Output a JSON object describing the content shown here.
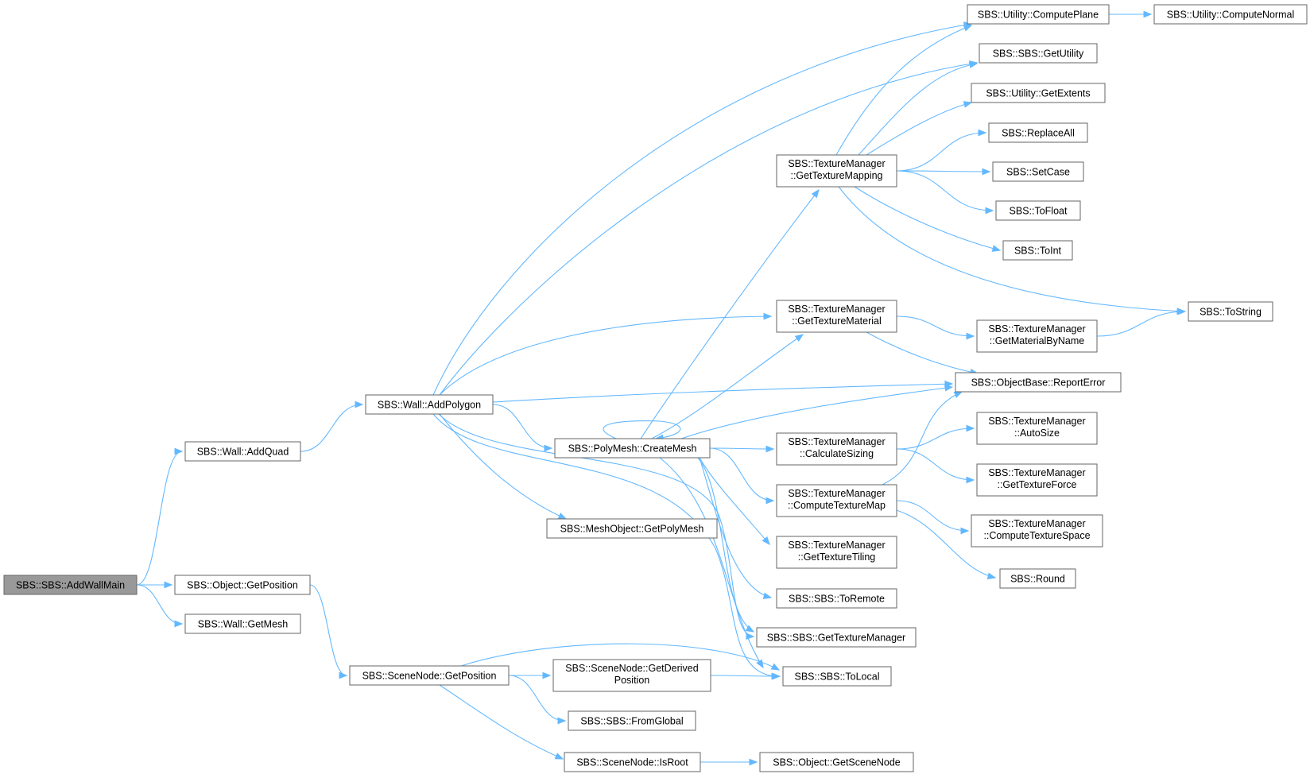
{
  "graph": {
    "nodes": {
      "addwallmain": {
        "lines": [
          "SBS::SBS::AddWallMain"
        ],
        "root": true
      },
      "addquad": {
        "lines": [
          "SBS::Wall::AddQuad"
        ]
      },
      "objgetpos": {
        "lines": [
          "SBS::Object::GetPosition"
        ]
      },
      "getmesh": {
        "lines": [
          "SBS::Wall::GetMesh"
        ]
      },
      "addpolygon": {
        "lines": [
          "SBS::Wall::AddPolygon"
        ]
      },
      "scenegetpos": {
        "lines": [
          "SBS::SceneNode::GetPosition"
        ]
      },
      "createmesh": {
        "lines": [
          "SBS::PolyMesh::CreateMesh"
        ]
      },
      "getpolymesh": {
        "lines": [
          "SBS::MeshObject::GetPolyMesh"
        ]
      },
      "getderived": {
        "lines": [
          "SBS::SceneNode::GetDerived",
          "Position"
        ]
      },
      "fromglobal": {
        "lines": [
          "SBS::SBS::FromGlobal"
        ]
      },
      "isroot": {
        "lines": [
          "SBS::SceneNode::IsRoot"
        ]
      },
      "gettexmapping": {
        "lines": [
          "SBS::TextureManager",
          "::GetTextureMapping"
        ]
      },
      "gettexmaterial": {
        "lines": [
          "SBS::TextureManager",
          "::GetTextureMaterial"
        ]
      },
      "calcsizing": {
        "lines": [
          "SBS::TextureManager",
          "::CalculateSizing"
        ]
      },
      "computetexmap": {
        "lines": [
          "SBS::TextureManager",
          "::ComputeTextureMap"
        ]
      },
      "gettextiling": {
        "lines": [
          "SBS::TextureManager",
          "::GetTextureTiling"
        ]
      },
      "toremote": {
        "lines": [
          "SBS::SBS::ToRemote"
        ]
      },
      "gettexmanager": {
        "lines": [
          "SBS::SBS::GetTextureManager"
        ]
      },
      "tolocal": {
        "lines": [
          "SBS::SBS::ToLocal"
        ]
      },
      "getscenenode": {
        "lines": [
          "SBS::Object::GetSceneNode"
        ]
      },
      "computeplane": {
        "lines": [
          "SBS::Utility::ComputePlane"
        ]
      },
      "getutility": {
        "lines": [
          "SBS::SBS::GetUtility"
        ]
      },
      "getextents": {
        "lines": [
          "SBS::Utility::GetExtents"
        ]
      },
      "replaceall": {
        "lines": [
          "SBS::ReplaceAll"
        ]
      },
      "setcase": {
        "lines": [
          "SBS::SetCase"
        ]
      },
      "tofloat": {
        "lines": [
          "SBS::ToFloat"
        ]
      },
      "toint": {
        "lines": [
          "SBS::ToInt"
        ]
      },
      "getmatbyname": {
        "lines": [
          "SBS::TextureManager",
          "::GetMaterialByName"
        ]
      },
      "reporterror": {
        "lines": [
          "SBS::ObjectBase::ReportError"
        ]
      },
      "autosize": {
        "lines": [
          "SBS::TextureManager",
          "::AutoSize"
        ]
      },
      "gettexforce": {
        "lines": [
          "SBS::TextureManager",
          "::GetTextureForce"
        ]
      },
      "computetexspace": {
        "lines": [
          "SBS::TextureManager",
          "::ComputeTextureSpace"
        ]
      },
      "round": {
        "lines": [
          "SBS::Round"
        ]
      },
      "computenormal": {
        "lines": [
          "SBS::Utility::ComputeNormal"
        ]
      },
      "tostring": {
        "lines": [
          "SBS::ToString"
        ]
      }
    },
    "edges": [
      [
        "addwallmain",
        "addquad"
      ],
      [
        "addwallmain",
        "objgetpos"
      ],
      [
        "addwallmain",
        "getmesh"
      ],
      [
        "addquad",
        "addpolygon"
      ],
      [
        "objgetpos",
        "scenegetpos"
      ],
      [
        "addpolygon",
        "computeplane"
      ],
      [
        "addpolygon",
        "getutility"
      ],
      [
        "addpolygon",
        "gettexmaterial"
      ],
      [
        "addpolygon",
        "reporterror"
      ],
      [
        "addpolygon",
        "createmesh"
      ],
      [
        "addpolygon",
        "getpolymesh"
      ],
      [
        "addpolygon",
        "gettexmanager"
      ],
      [
        "addpolygon",
        "tolocal"
      ],
      [
        "createmesh",
        "createmesh"
      ],
      [
        "createmesh",
        "gettexmapping"
      ],
      [
        "createmesh",
        "gettexmaterial"
      ],
      [
        "createmesh",
        "reporterror"
      ],
      [
        "createmesh",
        "calcsizing"
      ],
      [
        "createmesh",
        "computetexmap"
      ],
      [
        "createmesh",
        "gettextiling"
      ],
      [
        "createmesh",
        "toremote"
      ],
      [
        "createmesh",
        "gettexmanager"
      ],
      [
        "createmesh",
        "tolocal"
      ],
      [
        "gettexmapping",
        "computeplane"
      ],
      [
        "gettexmapping",
        "getutility"
      ],
      [
        "gettexmapping",
        "getextents"
      ],
      [
        "gettexmapping",
        "replaceall"
      ],
      [
        "gettexmapping",
        "setcase"
      ],
      [
        "gettexmapping",
        "tofloat"
      ],
      [
        "gettexmapping",
        "toint"
      ],
      [
        "gettexmapping",
        "tostring"
      ],
      [
        "computeplane",
        "computenormal"
      ],
      [
        "gettexmaterial",
        "getmatbyname"
      ],
      [
        "gettexmaterial",
        "reporterror"
      ],
      [
        "getmatbyname",
        "tostring"
      ],
      [
        "calcsizing",
        "autosize"
      ],
      [
        "calcsizing",
        "gettexforce"
      ],
      [
        "computetexmap",
        "reporterror"
      ],
      [
        "computetexmap",
        "computetexspace"
      ],
      [
        "computetexmap",
        "round"
      ],
      [
        "scenegetpos",
        "tolocal"
      ],
      [
        "scenegetpos",
        "getderived"
      ],
      [
        "scenegetpos",
        "fromglobal"
      ],
      [
        "scenegetpos",
        "isroot"
      ],
      [
        "getderived",
        "tolocal"
      ],
      [
        "isroot",
        "getscenenode"
      ]
    ]
  }
}
